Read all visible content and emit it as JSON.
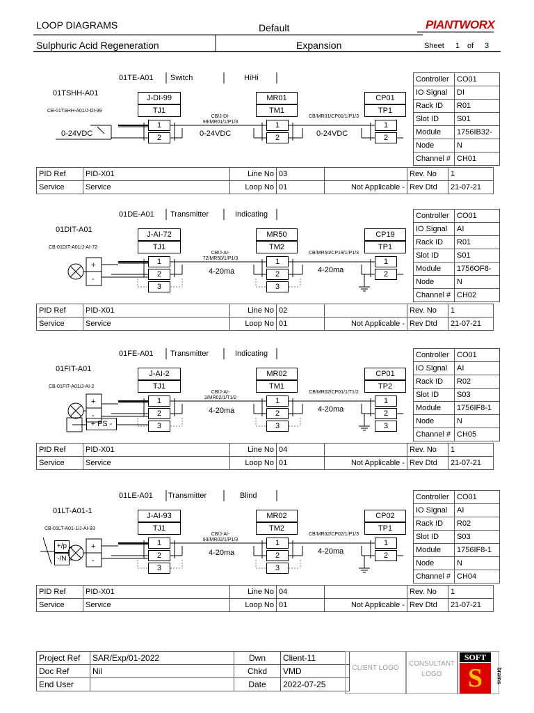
{
  "header": {
    "title": "LOOP DIAGRAMS",
    "default": "Default",
    "brand": "PIANTWORX",
    "project": "Sulphuric Acid Regeneration",
    "phase": "Expansion",
    "sheet_label": "Sheet",
    "sheet_no": "1",
    "of_label": "of",
    "sheet_total": "3"
  },
  "side_labels": {
    "controller": "Controller",
    "io_signal": "IO Signal",
    "rack_id": "Rack ID",
    "slot_id": "Slot ID",
    "module": "Module",
    "node": "Node",
    "channel": "Channel #"
  },
  "bottom_labels": {
    "pid_ref": "PID Ref",
    "service": "Service",
    "line_no": "Line No",
    "loop_no": "Loop No",
    "rev_no": "Rev. No",
    "rev_dtd": "Rev Dtd"
  },
  "loops": [
    {
      "tag": "01TE-A01",
      "type": "Switch",
      "func": "HiHi",
      "device": "01TSHH-A01",
      "cable1": "CB-01TSHH-A01/J-DI-99",
      "jbox": "J-DI-99",
      "jtb": "TJ1",
      "cable2": "CB/J-DI-99/MR01/1/P1/3",
      "mr": "MR01",
      "mtb": "TM1",
      "cable3": "CB/MR01/CP01/1/P1/3",
      "cp": "CP01",
      "ptb": "TP1",
      "sig": "0-24VDC",
      "terms": [
        "1",
        "2"
      ],
      "controller": "CO01",
      "io": "DI",
      "rack": "R01",
      "slot": "S01",
      "module": "1756IB32-",
      "node": "N",
      "channel": "CH01",
      "pid": "PID-X01",
      "service": "Service",
      "line": "03",
      "loop": "01",
      "na": "Not Applicable -",
      "rev": "1",
      "date": "21-07-21"
    },
    {
      "tag": "01DE-A01",
      "type": "Transmitter",
      "func": "Indicating",
      "device": "01DIT-A01",
      "cable1": "CB-01DIT-A01/J-AI-72",
      "jbox": "J-AI-72",
      "jtb": "TJ1",
      "cable2": "CB/J-AI-72/MR50/1/P1/3",
      "mr": "MR50",
      "mtb": "TM2",
      "cable3": "CB/MR50/CP19/1/P1/3",
      "cp": "CP19",
      "ptb": "TP1",
      "sig": "4-20ma",
      "terms": [
        "1",
        "2",
        "3"
      ],
      "controller": "CO01",
      "io": "AI",
      "rack": "R01",
      "slot": "S01",
      "module": "1756OF8-",
      "node": "N",
      "channel": "CH02",
      "pid": "PID-X01",
      "service": "Service",
      "line": "02",
      "loop": "01",
      "na": "Not Applicable -",
      "rev": "1",
      "date": "21-07-21"
    },
    {
      "tag": "01FE-A01",
      "type": "Transmitter",
      "func": "Indicating",
      "device": "01FIT-A01",
      "cable1": "CB-01FIT-A01/J-AI-2",
      "jbox": "J-AI-2",
      "jtb": "TJ1",
      "cable2": "CB/J-AI-2/MR02/1/T1/2",
      "mr": "MR02",
      "mtb": "TM1",
      "cable3": "CB/MR02/CP01/1/T1/2",
      "cp": "CP01",
      "ptb": "TP2",
      "sig": "4-20ma",
      "ps": "+ PS -",
      "terms": [
        "1",
        "2",
        "3"
      ],
      "controller": "CO01",
      "io": "AI",
      "rack": "R02",
      "slot": "S03",
      "module": "1756IF8-1",
      "node": "N",
      "channel": "CH05",
      "pid": "PID-X01",
      "service": "Service",
      "line": "04",
      "loop": "01",
      "na": "Not Applicable -",
      "rev": "1",
      "date": "21-07-21"
    },
    {
      "tag": "01LE-A01",
      "type": "Transmitter",
      "func": "Blind",
      "device": "01LT-A01-1",
      "cable1": "CB-01LT-A01-1/J-AI-93",
      "jbox": "J-AI-93",
      "jtb": "TJ1",
      "cable2": "CB/J-AI-93/MR02/1/P1/3",
      "mr": "MR02",
      "mtb": "TM2",
      "cable3": "CB/MR02/CP02/1/P1/3",
      "cp": "CP02",
      "ptb": "TP1",
      "sig": "4-20ma",
      "pn": [
        "+/p",
        "-/N"
      ],
      "terms": [
        "1",
        "2",
        "3"
      ],
      "controller": "CO01",
      "io": "AI",
      "rack": "R02",
      "slot": "S03",
      "module": "1756IF8-1",
      "node": "N",
      "channel": "CH04",
      "pid": "PID-X01",
      "service": "Service",
      "line": "04",
      "loop": "01",
      "na": "Not Applicable -",
      "rev": "1",
      "date": "21-07-21"
    }
  ],
  "footer": {
    "project_ref_label": "Project Ref",
    "project_ref": "SAR/Exp/01-2022",
    "doc_ref_label": "Doc Ref",
    "doc_ref": "Nil",
    "end_user_label": "End User",
    "end_user": "",
    "dwn_label": "Dwn",
    "dwn": "Client-11",
    "chkd_label": "Chkd",
    "chkd": "VMD",
    "date_label": "Date",
    "date": "2022-07-25",
    "client_logo": "CLIENT LOGO",
    "consultant_logo_1": "CONSULTANT",
    "consultant_logo_2": "LOGO",
    "soft_logo": "SOFT",
    "soft_logo_s": "S",
    "soft_logo_side": "brains"
  }
}
